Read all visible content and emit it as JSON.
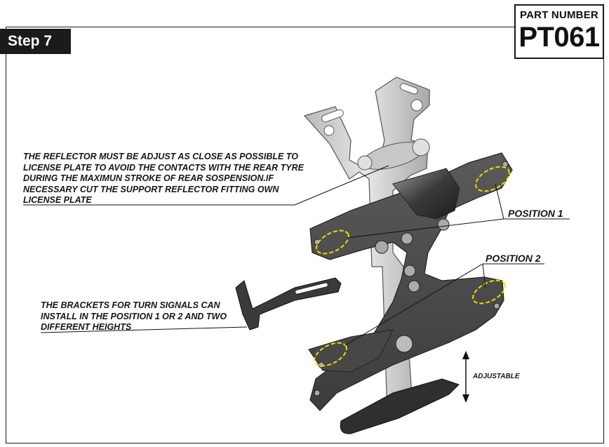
{
  "step": {
    "label": "Step 7"
  },
  "part_number": {
    "label": "PART NUMBER",
    "value": "PT061"
  },
  "notes": {
    "reflector": [
      "THE REFLECTOR MUST BE ADJUST AS CLOSE AS POSSIBLE TO",
      "LICENSE PLATE TO AVOID THE CONTACTS WITH THE REAR TYRE",
      "DURING THE MAXIMUN STROKE OF REAR SOSPENSION.IF",
      "NECESSARY CUT THE SUPPORT REFLECTOR  FITTING OWN",
      "LICENSE PLATE"
    ],
    "brackets": [
      "THE BRACKETS FOR TURN SIGNALS CAN",
      "INSTALL IN THE POSITION 1 OR 2 AND TWO",
      "DIFFERENT HEIGHTS"
    ]
  },
  "labels": {
    "position_1": "POSITION 1",
    "position_2": "POSITION 2",
    "adjustable": "ADJUSTABLE"
  },
  "colors": {
    "bracket_dark": "#4a4a4a",
    "bracket_light": "#cfcfcf",
    "highlight": "#e8e000",
    "frame": "#1a1a1a"
  }
}
